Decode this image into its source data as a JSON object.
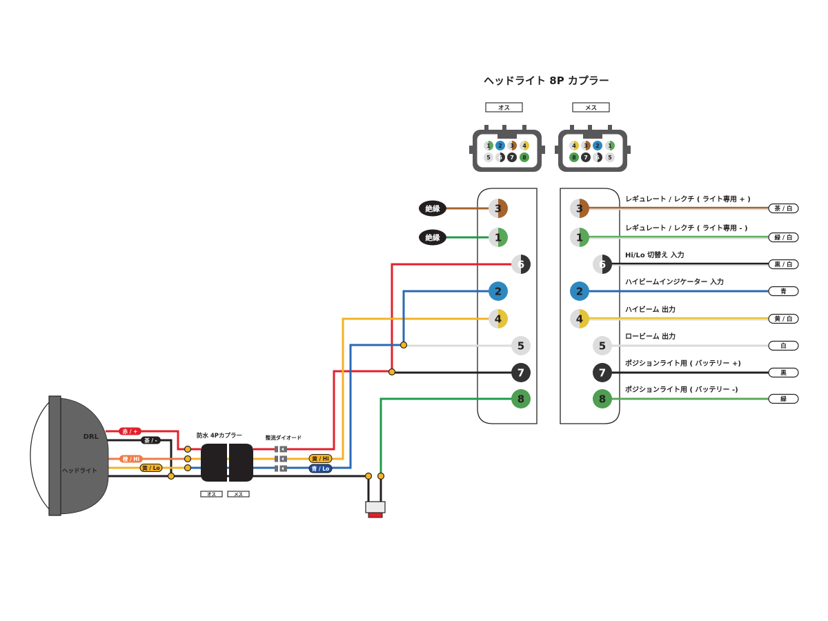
{
  "connector_8p": {
    "title": "ヘッドライト 8P カプラー",
    "male": {
      "tag": "オス",
      "face_top": [
        "1",
        "2",
        "3",
        "4"
      ],
      "face_bottom": [
        "5",
        "6",
        "7",
        "8"
      ]
    },
    "female": {
      "tag": "メス",
      "face_top": [
        "4",
        "3",
        "2",
        "1"
      ],
      "face_bottom": [
        "8",
        "7",
        "6",
        "5"
      ]
    }
  },
  "pins": {
    "1": {
      "label": "1",
      "color": "#5aa75a",
      "striped": true
    },
    "2": {
      "label": "2",
      "color": "#2e88c0",
      "striped": false
    },
    "3": {
      "label": "3",
      "color": "#a5632e",
      "striped": true
    },
    "4": {
      "label": "4",
      "color": "#e3c43a",
      "striped": true
    },
    "5": {
      "label": "5",
      "color": "#dddddd",
      "striped": false
    },
    "6": {
      "label": "6",
      "color": "#333333",
      "striped": true
    },
    "7": {
      "label": "7",
      "color": "#333333",
      "striped": false
    },
    "8": {
      "label": "8",
      "color": "#4f9e52",
      "striped": false
    }
  },
  "male_side": {
    "pin_order": [
      "3",
      "1",
      "6",
      "2",
      "4",
      "5",
      "7",
      "8"
    ],
    "insulated_label": "絶縁"
  },
  "female_side": {
    "circuits": [
      {
        "pin": "3",
        "function": "レギュレート / レクチ ( ライト専用 + )",
        "wire_label": "茶 / 白",
        "wire_color": "#a5632e",
        "striped": true
      },
      {
        "pin": "1",
        "function": "レギュレート / レクチ ( ライト専用 - )",
        "wire_label": "緑 / 白",
        "wire_color": "#5fae5f",
        "striped": true
      },
      {
        "pin": "6",
        "function": "Hi/Lo  切替え 入力",
        "wire_label": "黒 / 白",
        "wire_color": "#231f20",
        "striped": true
      },
      {
        "pin": "2",
        "function": "ハイビームインジケーター 入力",
        "wire_label": "青",
        "wire_color": "#2a68b5",
        "striped": false
      },
      {
        "pin": "4",
        "function": "ハイビーム 出力",
        "wire_label": "黄 / 白",
        "wire_color": "#e9c42e",
        "striped": true
      },
      {
        "pin": "5",
        "function": "ロービーム 出力",
        "wire_label": "白",
        "wire_color": "#dadada",
        "striped": false
      },
      {
        "pin": "7",
        "function": "ポジションライト用 ( バッテリー +)",
        "wire_label": "黒",
        "wire_color": "#231f20",
        "striped": false
      },
      {
        "pin": "8",
        "function": "ポジションライト用 ( バッテリー -)",
        "wire_label": "緑",
        "wire_color": "#5aa85a",
        "striped": false
      }
    ]
  },
  "headlight": {
    "drl_label": "DRL",
    "main_label": "ヘッドライト",
    "wires": [
      {
        "label": "赤 / +",
        "color": "#e2202c"
      },
      {
        "label": "茶 / -",
        "color": "#231f20"
      },
      {
        "label": "橙 / Hi",
        "color": "#ef7b46"
      },
      {
        "label": "黄 / Lo",
        "color": "#f4b224"
      }
    ]
  },
  "waterproof_coupler": {
    "title": "防水 4Pカプラー",
    "male_tag": "オス",
    "female_tag": "メス"
  },
  "diode": {
    "title": "整流ダイオード"
  },
  "coupler_outputs": [
    {
      "label": "黄 / Hi",
      "color": "#f4b224"
    },
    {
      "label": "青 / Lo",
      "color": "#1f4e9e"
    }
  ],
  "colors": {
    "red": "#e2202c",
    "black": "#231f20",
    "brown": "#a5632e",
    "green": "#1f9a4a",
    "blue": "#2a68b5",
    "yellow": "#f4b224",
    "orange": "#ef7b46",
    "white": "#dcdcdc",
    "stripe": "#dcdcdc",
    "junction": "#f6b526"
  }
}
